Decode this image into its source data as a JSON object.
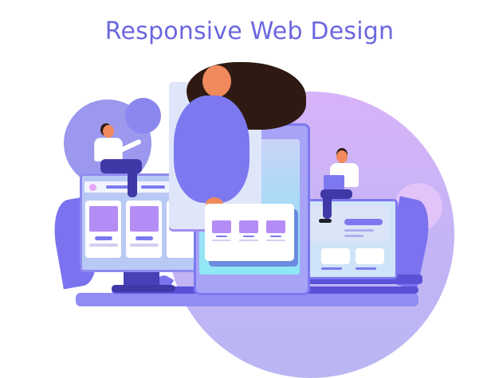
{
  "title": "Responsive Web Design",
  "colors": {
    "title": "#6b68e0",
    "primary": "#7c79f0",
    "dark": "#4e48c8",
    "lavender": "#d7b3f8",
    "card_purple": "#b48cf5",
    "screen_light": "#e6eefb",
    "cyan": "#8fe8f6",
    "hair": "#2e1a12",
    "skin": "#f08a5d"
  },
  "scene": {
    "devices": [
      "desktop-monitor",
      "tablet",
      "smartphone",
      "laptop"
    ],
    "people": [
      "woman-sitting-on-monitor",
      "woman-holding-card",
      "man-with-laptop"
    ]
  }
}
